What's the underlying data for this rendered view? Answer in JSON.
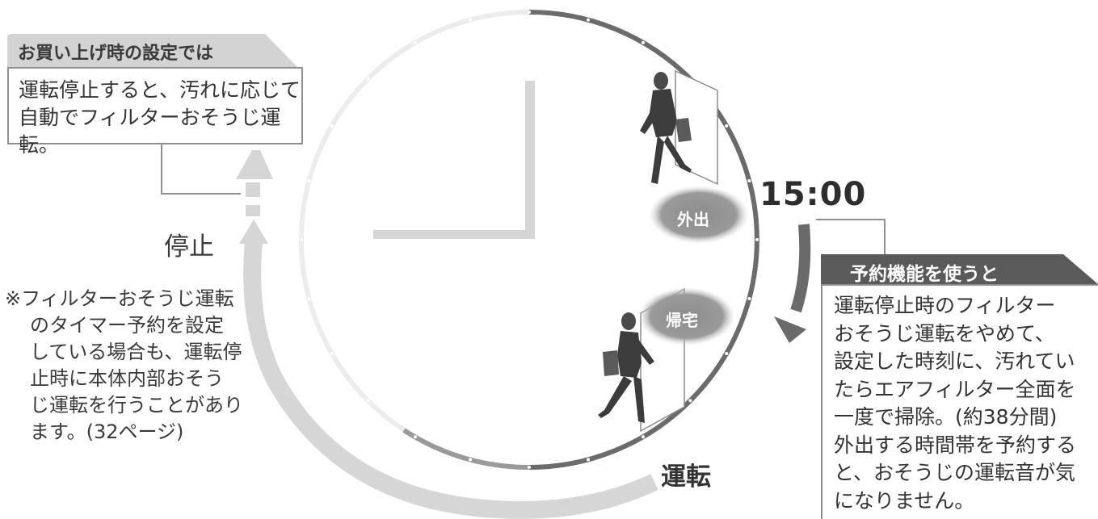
{
  "left_callout": {
    "header": "お買い上げ時の設定では",
    "lines": [
      "運転停止すると、汚れに応じて",
      "自動でフィルターおそうじ運転。"
    ]
  },
  "right_callout": {
    "header": "予約機能を使うと",
    "lines": [
      "運転停止時のフィルター",
      "おそうじ運転をやめて、",
      "設定した時刻に、汚れてい",
      "たらエアフィルター全面を",
      "一度で掃除。(約38分間)",
      "外出する時間帯を予約する",
      "と、おそうじの運転音が気",
      "になりません。"
    ]
  },
  "note": {
    "lines": [
      "※フィルターおそうじ運転",
      "のタイマー予約を設定",
      "している場合も、運転停",
      "止時に本体内部おそう",
      "じ運転を行うことがあり",
      "ます。(32ページ)"
    ]
  },
  "labels": {
    "stop": "停止",
    "run": "運転",
    "time": "15:00",
    "going_out": "外出",
    "return_home": "帰宅"
  },
  "colors": {
    "dark_arc": "#5e5e5e",
    "light_arc": "#e6e6e6",
    "arrow_light": "#d4d4d4",
    "arrow_dark": "#6a6a6a",
    "badge": "#8a8a8a",
    "tab_left": "#d3d3d3",
    "tab_right": "#5a5a5a"
  },
  "icons": [
    "person-leaving-icon",
    "person-returning-icon",
    "door-icon"
  ]
}
